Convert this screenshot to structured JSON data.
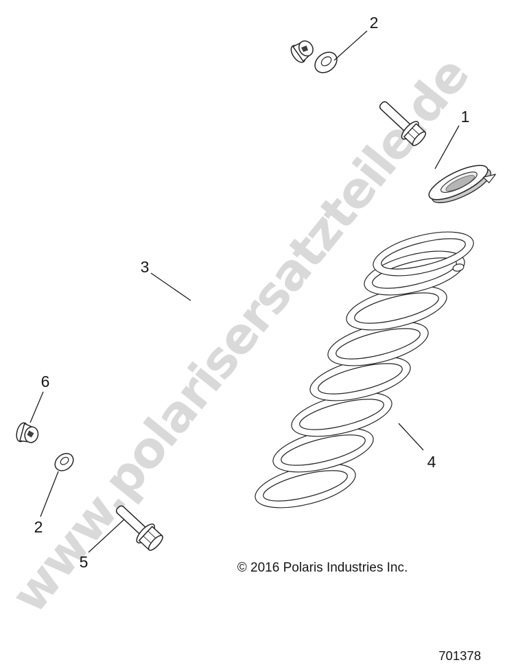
{
  "diagram": {
    "watermark": "www.polarisersatzteile.de",
    "copyright": "© 2016 Polaris Industries Inc.",
    "drawing_number": "701378",
    "callouts": {
      "c1": "1",
      "c2_top": "2",
      "c2_bottom": "2",
      "c3": "3",
      "c4": "4",
      "c5": "5",
      "c6": "6"
    }
  }
}
